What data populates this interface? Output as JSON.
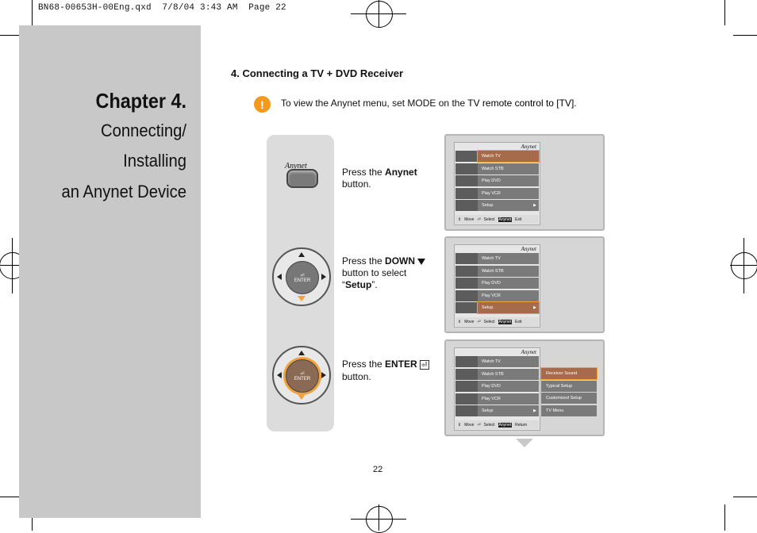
{
  "header": {
    "file_line": "BN68-00653H-00Eng.qxd  7/8/04 3:43 AM  Page 22"
  },
  "sidebar": {
    "chapter": "Chapter 4.",
    "subtitle_lines": [
      "Connecting/",
      "Installing",
      "an Anynet Device"
    ]
  },
  "section": {
    "title": "4. Connecting a TV + DVD Receiver"
  },
  "note": {
    "icon": "!",
    "text_before": "To view the Anynet menu, set MODE on the ",
    "text_highlight": "TV remote control to [TV]."
  },
  "remote": {
    "anynet_logo": "Anynet",
    "enter_label": "ENTER"
  },
  "steps": [
    {
      "prefix": "Press the ",
      "bold": "Anynet",
      "suffix": "button."
    },
    {
      "prefix": "Press the ",
      "bold": "DOWN",
      "line2": "button to select",
      "quote_open": "“",
      "bold2": "Setup",
      "quote_close": "”."
    },
    {
      "prefix": "Press the ",
      "bold": "ENTER",
      "suffix": "button."
    }
  ],
  "menu": {
    "brand": "Anynet",
    "items": [
      "Watch TV",
      "Watch STB",
      "Play DVD",
      "Play VCR",
      "Setup"
    ],
    "footer_move": "Move",
    "footer_select": "Select",
    "footer_anynet": "Anynet",
    "footer_exit": "Exit",
    "footer_return": "Return",
    "submenu": [
      "Receiver Sound",
      "Typical Setup",
      "Customized Setup",
      "TV Menu"
    ]
  },
  "page_number": "22"
}
